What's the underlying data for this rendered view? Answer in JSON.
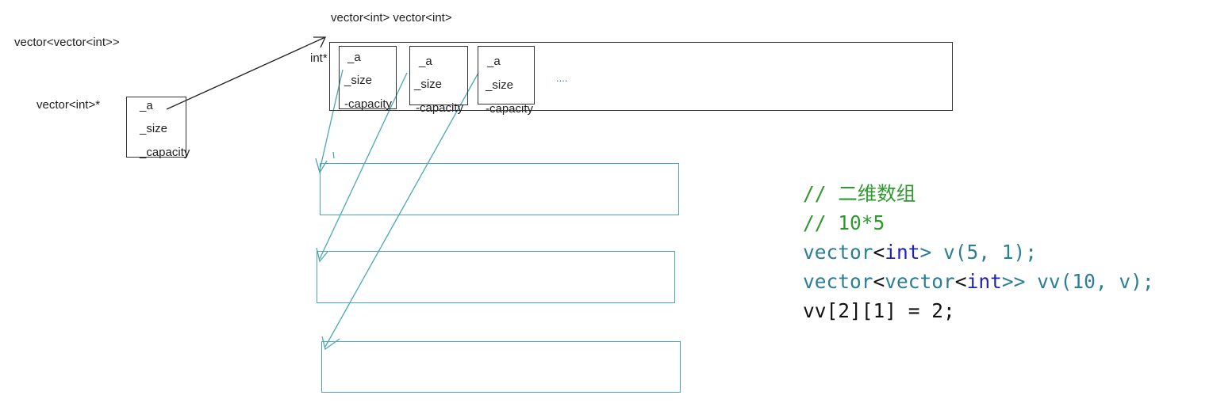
{
  "labels": {
    "top_vectors": "vector<int> vector<int>",
    "outer_type": "vector<vector<int>>",
    "outer_ptr": "vector<int>*",
    "int_ptr": "int*",
    "ellipsis": "...."
  },
  "outer_fields": [
    "_a",
    "_size",
    "_capacity"
  ],
  "inner_vectors": [
    {
      "a": "_a",
      "size": "_size",
      "capacity": "-capacity"
    },
    {
      "a": "_a",
      "size": "_size",
      "capacity": "-capacity"
    },
    {
      "a": "_a",
      "size": "_size",
      "capacity": "-capacity"
    }
  ],
  "code": {
    "comment1": "// 二维数组",
    "comment2": "// 10*5",
    "line1": {
      "ident": "vector",
      "lt": "<",
      "kw": "int",
      "rest": "> v(5, 1);"
    },
    "line2": {
      "ident": "vector",
      "lt": "<",
      "ident2": "vector",
      "lt2": "<",
      "kw": "int",
      "rest": ">> vv(10, v);"
    },
    "line3": "vv[2][1] = 2;"
  },
  "colors": {
    "teal": "#4aa8b6",
    "comment": "#2e9a2e",
    "keyword": "#1f23b8",
    "identifier": "#2b7f95"
  }
}
